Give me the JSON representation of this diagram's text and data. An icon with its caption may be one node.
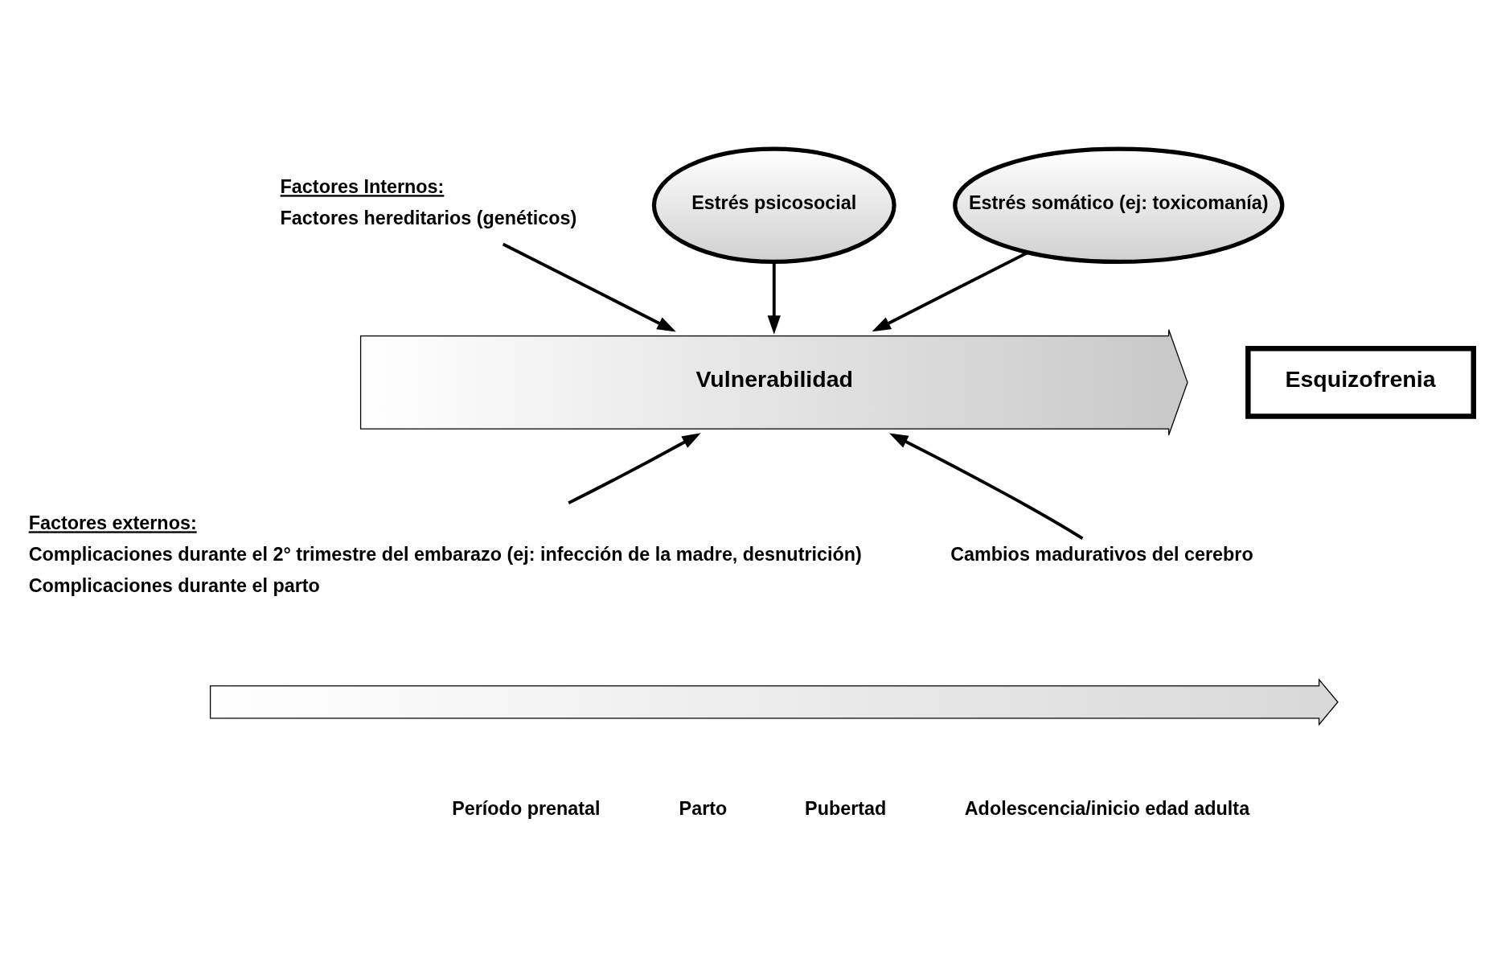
{
  "diagram": {
    "nodes": [
      {
        "text": [
          "Estrés psicosocial"
        ]
      },
      {
        "text": [
          "Estrés somático (ej: toxicomanía)"
        ]
      },
      {
        "text": [
          "Factores Internos:",
          "Factores hereditarios (genéticos)"
        ]
      },
      {
        "text": [
          "Vulnerabilidad"
        ]
      },
      {
        "text": [
          "Esquizofrenia"
        ]
      },
      {
        "text": [
          "Factores externos:",
          "Complicaciones durante el 2° trimestre del embarazo (ej: infección de la madre, desnutrición)",
          "Complicaciones durante el parto"
        ]
      },
      {
        "text": [
          "Cambios madurativos del cerebro"
        ]
      },
      {
        "text": [],
        "shape": "arrow"
      }
    ],
    "edges": [
      {
        "from": 2,
        "to": 3,
        "arrow": "to"
      },
      {
        "from": 0,
        "to": 3,
        "arrow": "to"
      },
      {
        "from": 1,
        "to": 3,
        "arrow": "to"
      },
      {
        "from": 5,
        "to": 3,
        "arrow": "to"
      },
      {
        "from": 6,
        "to": 3,
        "arrow": "to"
      }
    ],
    "labels": [
      "Período prenatal",
      "Parto",
      "Pubertad",
      "Adolescencia/inicio edad adulta"
    ]
  }
}
